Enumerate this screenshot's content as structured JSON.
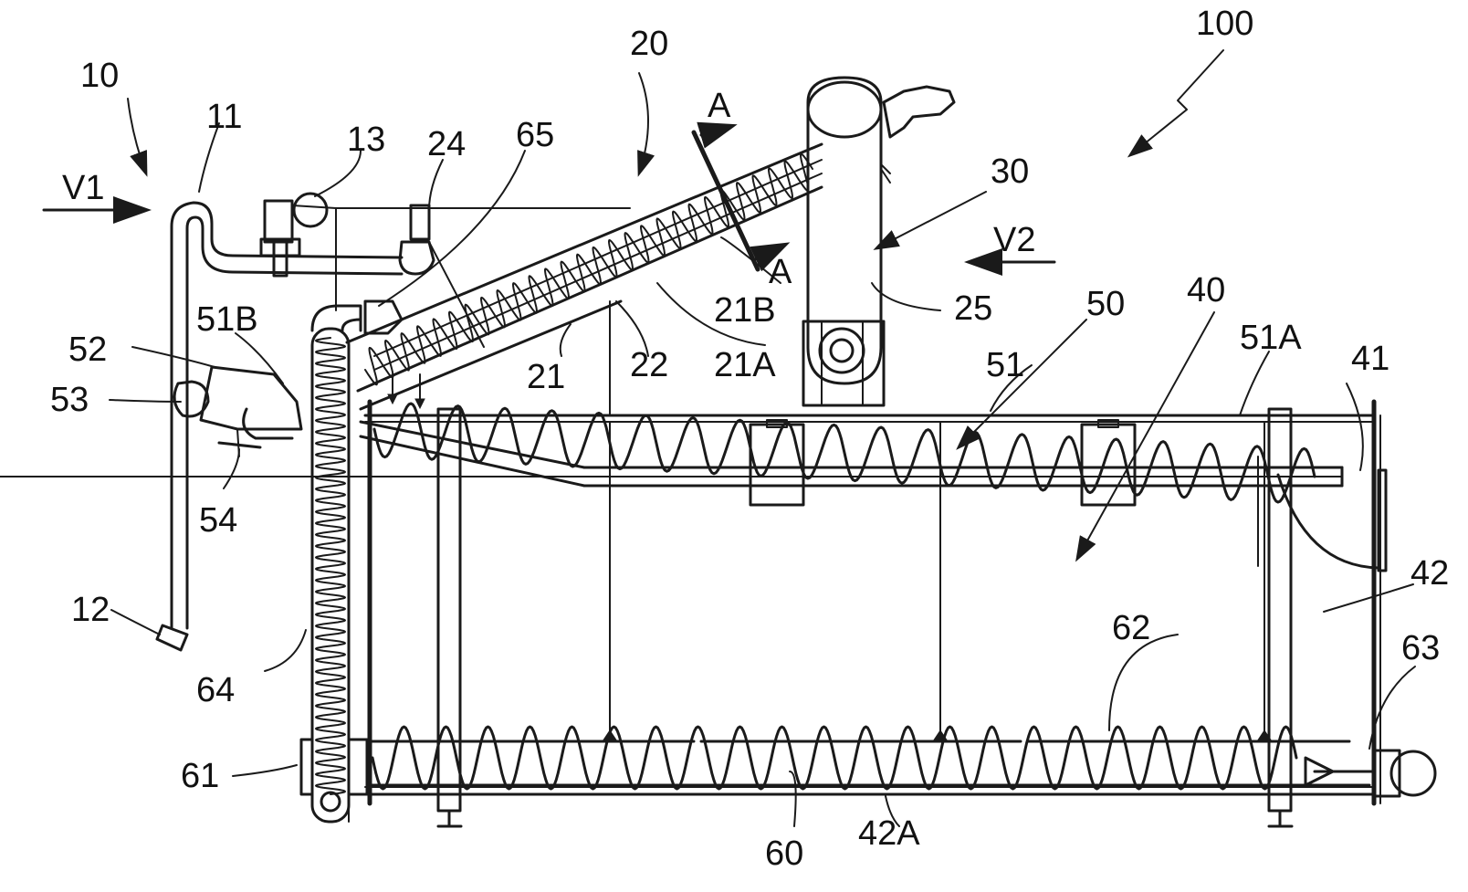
{
  "figure": {
    "reference_numerals": {
      "n100": "100",
      "n10": "10",
      "n11": "11",
      "n12": "12",
      "n13": "13",
      "n20": "20",
      "n21": "21",
      "n21A": "21A",
      "n21B": "21B",
      "n22": "22",
      "n24": "24",
      "n25": "25",
      "n30": "30",
      "n40": "40",
      "n41": "41",
      "n42": "42",
      "n42A": "42A",
      "n50": "50",
      "n51": "51",
      "n51A": "51A",
      "n51B": "51B",
      "n52": "52",
      "n53": "53",
      "n54": "54",
      "n60": "60",
      "n61": "61",
      "n62": "62",
      "n63": "63",
      "n64": "64",
      "n65": "65",
      "sectionA_top": "A",
      "sectionA_bottom": "A"
    },
    "view_arrows": {
      "v1": "V1",
      "v2": "V2"
    }
  }
}
